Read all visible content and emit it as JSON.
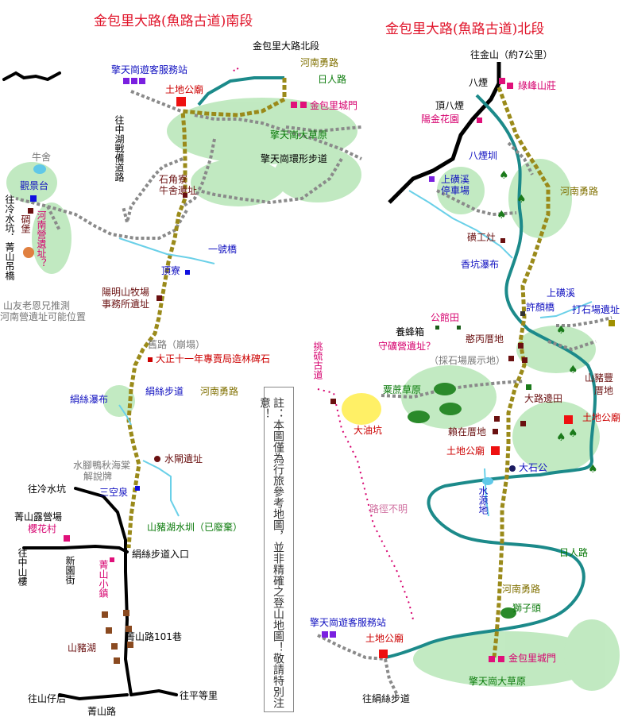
{
  "titles": {
    "south": "金包里大路(魚路古道)南段",
    "north": "金包里大路(魚路古道)北段"
  },
  "note": "註：本圖僅為行旅參考地圖，並非精確之登山地圖！敬請特別注意！",
  "south_labels": {
    "north_section": "金包里大路北段",
    "henan_road_a": "河南勇路",
    "riren_road": "日人路",
    "visitor_center": "擎天崗遊客服務站",
    "tudigong": "土地公廟",
    "jinbaoli_gate": "金包里城門",
    "grassland": "擎天崗大草原",
    "ring_trail": "擎天崗環形步道",
    "war_road": "往中湖戰備道路",
    "cattle_house": "牛舍",
    "viewpoint": "觀景台",
    "to_lengshui": "往冷水坑．菁山吊橋",
    "blockhouse": "碉堡",
    "henan_camp": "河南營遺址？",
    "shijiao": "石角寮牛舍遺址",
    "bridge1": "一號橋",
    "dingliao": "頂寮",
    "yangming_ranch": "陽明山牧場事務所遺址",
    "friend_note_1": "山友老恩兄推測",
    "friend_note_2": "河南營遺址可能位置",
    "old_road": "舊路（崩塌）",
    "taisho_stele": "大正十一年專賣局造林碑石",
    "juansi_falls": "絹絲瀑布",
    "juansi_trail": "絹絲步道",
    "henan_road_b": "河南勇路",
    "duck_sign": "水腳鴨秋海棠解說牌",
    "water_gate": "水閘遺址",
    "to_lengshuikeng": "往冷水坑",
    "sankong_spring": "三空泉",
    "shanzhu_canal": "山豬湖水圳（已廢棄）",
    "jingshan_camp": "菁山露營場",
    "sakura_village": "櫻花村",
    "to_zhongshanlou": "往中山樓",
    "xinyuan_st": "新園街",
    "trail_entrance": "絹絲步道入口",
    "jingshan_town": "菁山小鎮",
    "shanzhu_lake": "山豬湖",
    "lane101": "菁山路101巷",
    "to_jingshanzi": "往山仔后",
    "jingshan_rd": "菁山路",
    "to_pingdeng": "往平等里"
  },
  "north_labels": {
    "to_jinshan": "往金山（約7公里）",
    "bayan": "八煙",
    "lufeng_villa": "綠峰山莊",
    "ding_bayan": "頂八煙",
    "yangjin_garden": "陽金花園",
    "bayan_canal": "八煙圳",
    "shangkuangxi": "上磺溪停車場",
    "henan_road_c": "河南勇路",
    "kuanggong_stove": "磺工灶",
    "xiangkeng_falls": "香坑瀑布",
    "shangkuangxi_river": "上磺溪",
    "xuyan_bridge": "許顏橋",
    "quarry": "打石場遺址",
    "gongguan_field": "公館田",
    "bee_box": "養蜂箱",
    "shoukuang_camp": "守礦營遺址？",
    "hanbing_house": "憨丙厝地",
    "quarry_display": "（採石場展示地）",
    "sulfur_trail": "挑硫古道",
    "sulfur_oil_pit": "大油坑",
    "millet_grass": "粟蔗草原",
    "shanzhu_feng": "山豬豐厝地",
    "dalu_field": "大路邊田",
    "tudigong_n1": "土地公廟",
    "laizai_house": "賴在厝地",
    "tudigong_n2": "土地公廟",
    "big_stone": "大石公",
    "water_source": "水源地",
    "unknown_path": "路徑不明",
    "riren_road_n": "日人路",
    "henan_road_d": "河南勇路",
    "lion_head": "獅子頭",
    "visitor_center_n": "擎天崗遊客服務站",
    "tudigong_n3": "土地公廟",
    "jinbaoli_gate_n": "金包里城門",
    "grassland_n": "擎天崗大草原",
    "to_juansi": "往絹絲步道"
  },
  "colors": {
    "title": "#e0142a",
    "trail_olive": "#9a8a1a",
    "river_teal": "#1c8a8a",
    "road_black": "#000000",
    "path_grey": "#8a8a8a",
    "stream_cyan": "#6ad0e8",
    "forest_green": "#3aaa3a"
  }
}
